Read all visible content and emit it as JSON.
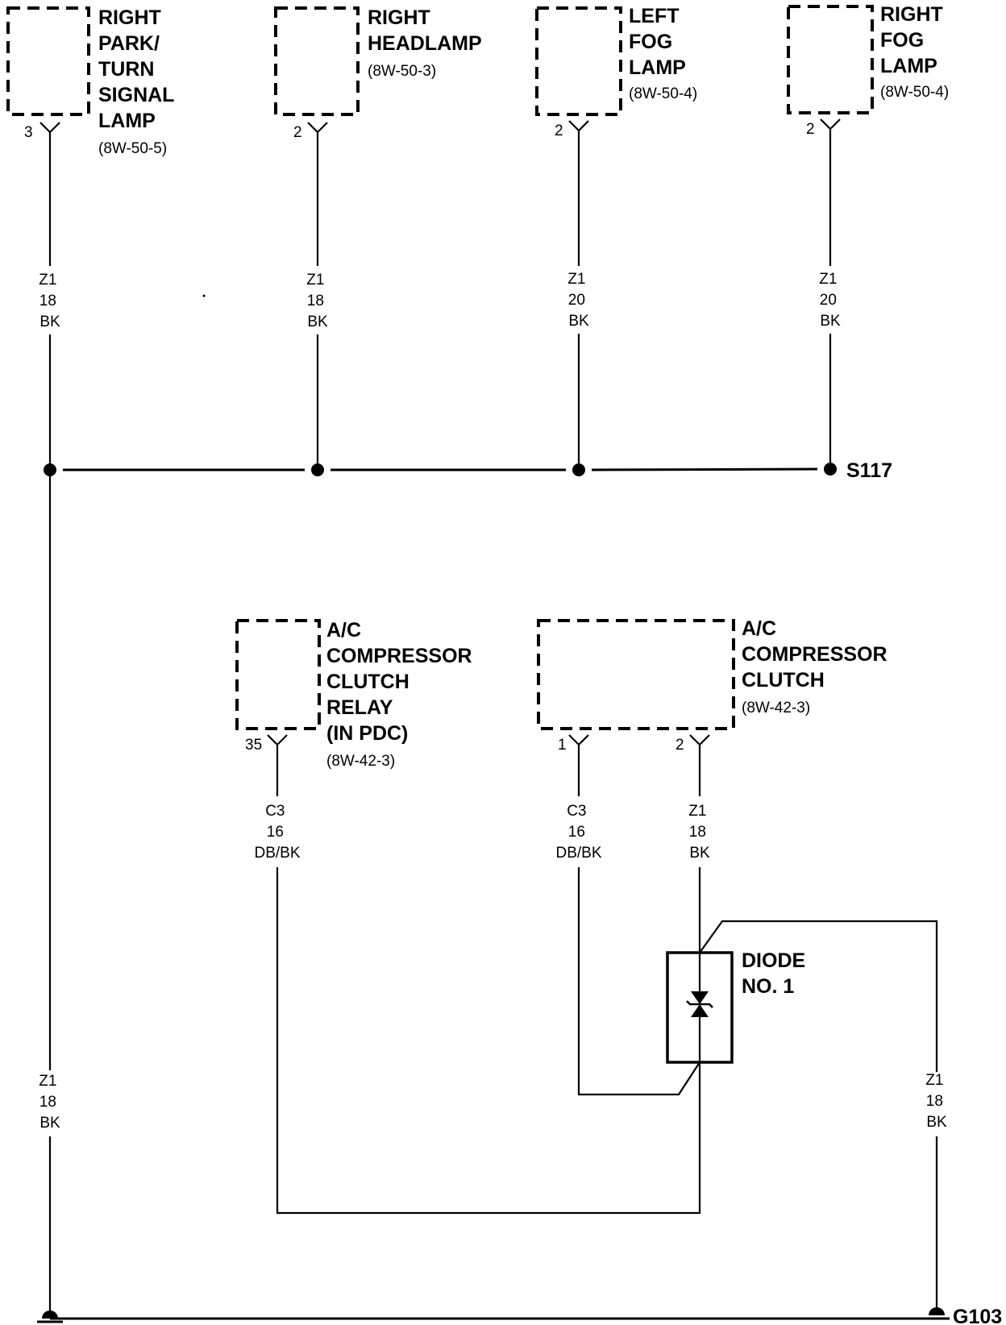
{
  "components": {
    "right_park_turn": {
      "title": [
        "RIGHT",
        "PARK/",
        "TURN",
        "SIGNAL",
        "LAMP"
      ],
      "ref": "(8W-50-5)",
      "pin": "3",
      "wire": [
        "Z1",
        "18",
        "BK"
      ]
    },
    "right_headlamp": {
      "title": [
        "RIGHT",
        "HEADLAMP"
      ],
      "ref": "(8W-50-3)",
      "pin": "2",
      "wire": [
        "Z1",
        "18",
        "BK"
      ]
    },
    "left_fog_lamp": {
      "title": [
        "LEFT",
        "FOG",
        "LAMP"
      ],
      "ref": "(8W-50-4)",
      "pin": "2",
      "wire": [
        "Z1",
        "20",
        "BK"
      ]
    },
    "right_fog_lamp": {
      "title": [
        "RIGHT",
        "FOG",
        "LAMP"
      ],
      "ref": "(8W-50-4)",
      "pin": "2",
      "wire": [
        "Z1",
        "20",
        "BK"
      ]
    },
    "ac_relay": {
      "title": [
        "A/C",
        "COMPRESSOR",
        "CLUTCH",
        "RELAY",
        "(IN PDC)"
      ],
      "ref": "(8W-42-3)",
      "pin": "35",
      "wire": [
        "C3",
        "16",
        "DB/BK"
      ]
    },
    "ac_clutch": {
      "title": [
        "A/C",
        "COMPRESSOR",
        "CLUTCH"
      ],
      "ref": "(8W-42-3)",
      "pin1": "1",
      "pin2": "2",
      "wire1": [
        "C3",
        "16",
        "DB/BK"
      ],
      "wire2": [
        "Z1",
        "18",
        "BK"
      ]
    },
    "diode": {
      "title": [
        "DIODE",
        "NO. 1"
      ]
    }
  },
  "ground_left_wire": [
    "Z1",
    "18",
    "BK"
  ],
  "ground_right_wire": [
    "Z1",
    "18",
    "BK"
  ],
  "splice_label": "S117",
  "ground_label": "G103"
}
